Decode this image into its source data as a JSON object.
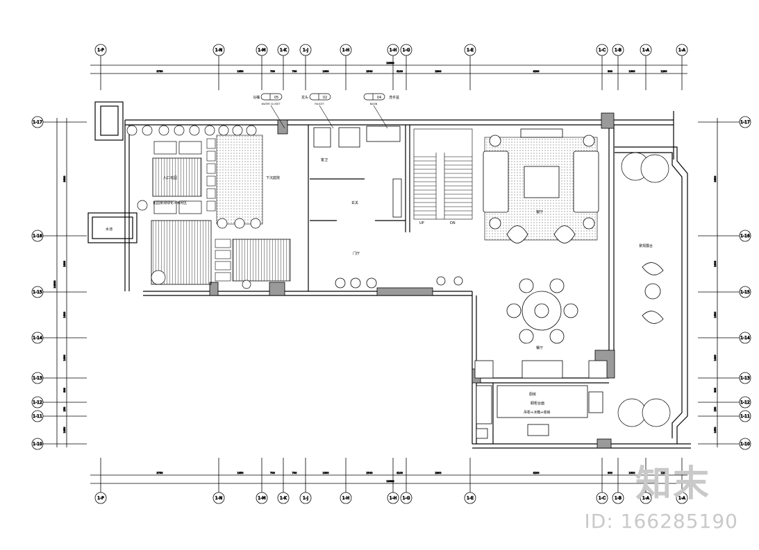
{
  "grid": {
    "top": [
      "1-P",
      "1-N",
      "1-M",
      "1-K",
      "1-J",
      "1-H",
      "1-H",
      "1-G",
      "1-E",
      "1-C",
      "1-B",
      "1-A",
      "1-A"
    ],
    "left": [
      "1-17",
      "1-16",
      "1-15",
      "1-14",
      "1-13",
      "1-12",
      "1-11",
      "1-10"
    ],
    "right": [
      "1-17",
      "1-16",
      "1-15",
      "1-14",
      "1-13",
      "1-12",
      "1-11",
      "1-10"
    ]
  },
  "dims": {
    "top": [
      "3750",
      "1650",
      "700",
      "700",
      "1600",
      "2540",
      "4100",
      "2800",
      "4200",
      "900",
      "1600",
      "1200"
    ],
    "total_top": "18680",
    "bottom": [
      "3750",
      "1650",
      "700",
      "700",
      "1600",
      "2540",
      "4100",
      "2800",
      "4200",
      "900",
      "1600",
      "1200"
    ],
    "total_bottom": "18680",
    "left": [
      "3600",
      "1800",
      "1600",
      "1000",
      "800",
      "250",
      "1050"
    ],
    "left_total": "10300",
    "right": [
      "3600",
      "1800",
      "1600",
      "1000",
      "800",
      "250",
      "1050"
    ]
  },
  "tags": [
    {
      "prefix": "马桶",
      "code": "05",
      "note": "WATER CLOSET"
    },
    {
      "prefix": "龙头",
      "code": "02",
      "note": "FAUCET"
    },
    {
      "prefix": "",
      "code": "04",
      "note": "BASIN",
      "suffix": "洗手盆"
    }
  ],
  "rooms": {
    "garden": "入口花园",
    "note": "花园景观绿化+休闲区",
    "pool": "水池",
    "court": "下沉庭院",
    "wc": "客卫",
    "foyer": "玄关",
    "hall": "门厅",
    "living": "客厅",
    "dining": "餐厅",
    "terrace": "景观露台",
    "kitchen": "厨房",
    "kitchen_note1": "橱柜台面",
    "kitchen_note2": "吊柜+冰箱+收纳",
    "stair_up": "UP",
    "stair_dn": "DN"
  },
  "watermark": {
    "logo": "知末",
    "id": "ID: 166285190"
  }
}
